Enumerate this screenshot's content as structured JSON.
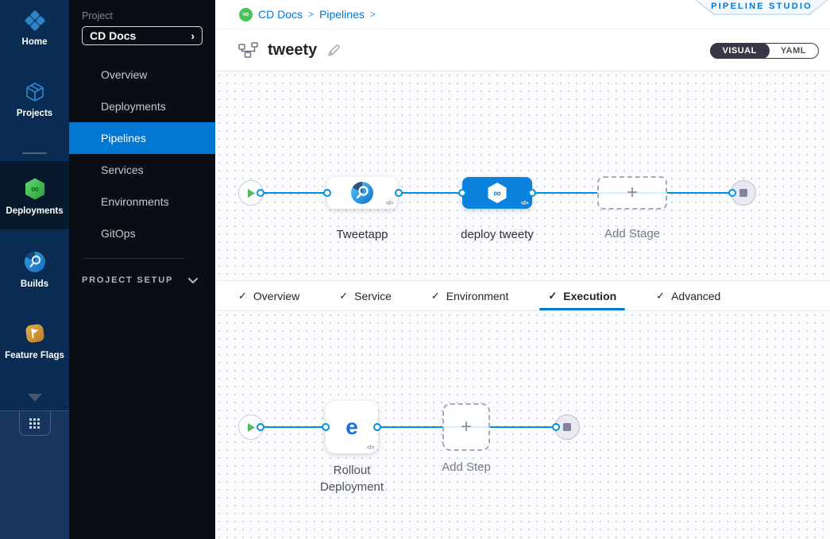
{
  "colors": {
    "accent": "#0278d5",
    "connector": "#0092e4",
    "rail_bg": "#0a2b52",
    "nav_bg": "#0a0e14",
    "deploy_green": "#45c553",
    "node_blue": "#0b82de"
  },
  "icons": {
    "infinity": "∞",
    "plus": "+",
    "check": "✓",
    "chevron_right": "›",
    "breadcrumb_sep": ">",
    "code": "</>",
    "rollout_glyph": "e"
  },
  "module_rail": {
    "items": [
      {
        "label": "Home"
      },
      {
        "label": "Projects"
      },
      {
        "label": "Deployments",
        "selected": true
      },
      {
        "label": "Builds"
      },
      {
        "label": "Feature Flags"
      }
    ]
  },
  "project_nav": {
    "section_label": "Project",
    "selected_project": "CD Docs",
    "items": [
      {
        "label": "Overview"
      },
      {
        "label": "Deployments"
      },
      {
        "label": "Pipelines",
        "selected": true
      },
      {
        "label": "Services"
      },
      {
        "label": "Environments"
      },
      {
        "label": "GitOps"
      }
    ],
    "setup_label": "PROJECT SETUP"
  },
  "header": {
    "breadcrumb": {
      "project": "CD Docs",
      "section": "Pipelines"
    },
    "studio_badge": "PIPELINE STUDIO",
    "pipeline_title": "tweety",
    "view_toggle": {
      "visual": "VISUAL",
      "yaml": "YAML",
      "active": "VISUAL"
    }
  },
  "stage_flow": {
    "stages": [
      {
        "label": "Tweetapp"
      },
      {
        "label": "deploy tweety"
      }
    ],
    "add_stage": "Add Stage"
  },
  "tabs": {
    "items": [
      {
        "label": "Overview"
      },
      {
        "label": "Service"
      },
      {
        "label": "Environment"
      },
      {
        "label": "Execution"
      },
      {
        "label": "Advanced"
      }
    ],
    "active": "Execution"
  },
  "execution_flow": {
    "steps": [
      {
        "label_line1": "Rollout",
        "label_line2": "Deployment"
      }
    ],
    "add_step": "Add Step"
  }
}
